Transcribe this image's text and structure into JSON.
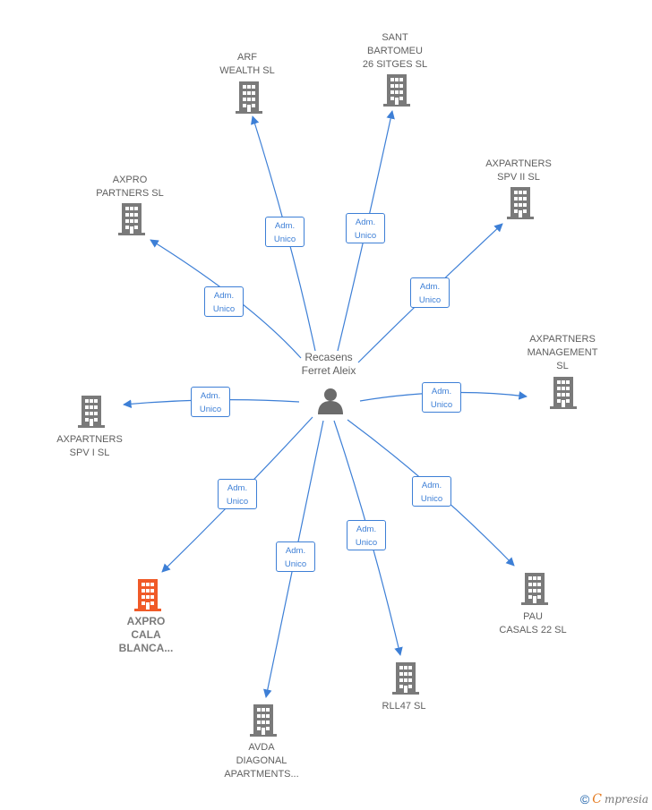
{
  "colors": {
    "edge": "#3d7fd6",
    "building": "#7a7a7a",
    "building_highlight": "#f05a28",
    "person": "#6b6b6b"
  },
  "center": {
    "name": "Recasens\nFerret Aleix",
    "icon": "person-icon"
  },
  "relation_label": "Adm.\nUnico",
  "companies": [
    {
      "id": "arf",
      "name": "ARF\nWEALTH  SL",
      "highlight": false
    },
    {
      "id": "sant",
      "name": "SANT\nBARTOMEU\n26 SITGES  SL",
      "highlight": false
    },
    {
      "id": "axpro-partners",
      "name": "AXPRO\nPARTNERS  SL",
      "highlight": false
    },
    {
      "id": "spv2",
      "name": "AXPARTNERS\nSPV II  SL",
      "highlight": false
    },
    {
      "id": "mgmt",
      "name": "AXPARTNERS\nMANAGEMENT\nSL",
      "highlight": false
    },
    {
      "id": "spv1",
      "name": "AXPARTNERS\nSPV I  SL",
      "highlight": false
    },
    {
      "id": "cala",
      "name": "AXPRO\nCALA\nBLANCA...",
      "highlight": true
    },
    {
      "id": "pau",
      "name": "PAU\nCASALS 22  SL",
      "highlight": false
    },
    {
      "id": "rll",
      "name": "RLL47  SL",
      "highlight": false
    },
    {
      "id": "avda",
      "name": "AVDA\nDIAGONAL\nAPARTMENTS...",
      "highlight": false
    }
  ],
  "brand": {
    "copyright": "©",
    "initial": "C",
    "rest": "mpresia"
  }
}
